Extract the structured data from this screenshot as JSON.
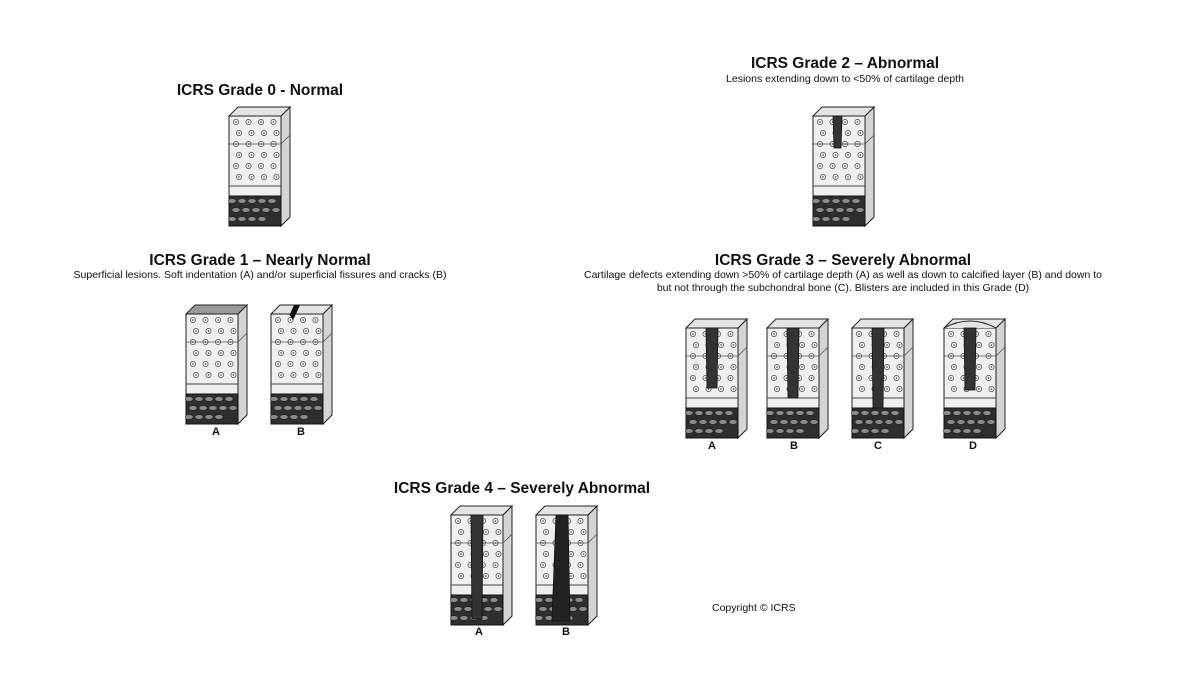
{
  "grades": [
    {
      "id": "g0",
      "title": "ICRS Grade 0 - Normal",
      "subtitle": "",
      "blocks": [
        {
          "label": "",
          "variant": "normal"
        }
      ]
    },
    {
      "id": "g1",
      "title": "ICRS Grade 1 – Nearly Normal",
      "subtitle": "Superficial lesions. Soft indentation (A) and/or superficial fissures and cracks (B)",
      "blocks": [
        {
          "label": "A",
          "variant": "soft-indent"
        },
        {
          "label": "B",
          "variant": "fissure"
        }
      ]
    },
    {
      "id": "g2",
      "title": "ICRS Grade 2 – Abnormal",
      "subtitle": "Lesions extending down to <50% of cartilage depth",
      "blocks": [
        {
          "label": "",
          "variant": "lesion-partial"
        }
      ]
    },
    {
      "id": "g3",
      "title": "ICRS Grade 3 – Severely Abnormal",
      "subtitle": "Cartilage defects extending down >50% of cartilage depth (A) as well as down to calcified layer (B) and down to\nbut not through the subchondral bone (C). Blisters are included in this Grade (D)",
      "blocks": [
        {
          "label": "A",
          "variant": "lesion-deep"
        },
        {
          "label": "B",
          "variant": "lesion-calcified"
        },
        {
          "label": "C",
          "variant": "lesion-subchondral"
        },
        {
          "label": "D",
          "variant": "blister"
        }
      ]
    },
    {
      "id": "g4",
      "title": "ICRS Grade 4 – Severely Abnormal",
      "subtitle": "",
      "blocks": [
        {
          "label": "A",
          "variant": "through-bone"
        },
        {
          "label": "B",
          "variant": "through-bone-wide"
        }
      ]
    }
  ],
  "copyright": "Copyright © ICRS"
}
